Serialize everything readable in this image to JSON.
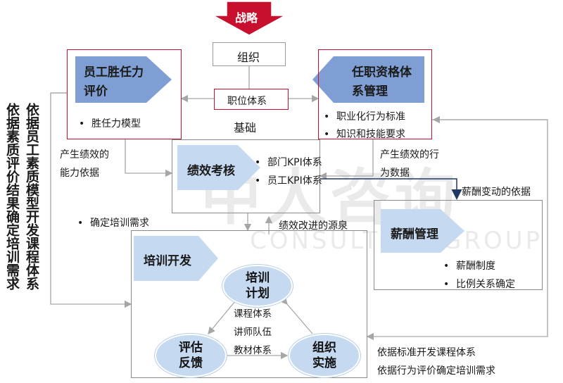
{
  "strategy": {
    "label": "战略",
    "color": "#c8102e"
  },
  "organization": {
    "label": "组织"
  },
  "position_system": {
    "label": "职位体系"
  },
  "foundation": {
    "label": "基础"
  },
  "competency": {
    "title_line1": "员工胜任力",
    "title_line2": "评价",
    "items": [
      "胜任力模型"
    ]
  },
  "qualification": {
    "title_line1": "任职资格体",
    "title_line2": "系管理",
    "items": [
      "职业化行为标准",
      "知识和技能要求"
    ]
  },
  "performance": {
    "title": "绩效考核",
    "items": [
      "部门KPI体系",
      "员工KPI体系"
    ]
  },
  "compensation": {
    "title": "薪酬管理",
    "items": [
      "薪酬制度",
      "比例关系确定"
    ]
  },
  "training": {
    "title": "培训开发",
    "plan_line1": "培训",
    "plan_line2": "计划",
    "evaluate_line1": "评估",
    "evaluate_line2": "反馈",
    "implement_line1": "组织",
    "implement_line2": "实施",
    "center_items": [
      "课程体系",
      "讲师队伍",
      "教材体系"
    ]
  },
  "annotations": {
    "ability_basis_line1": "产生绩效的",
    "ability_basis_line2": "能力依据",
    "behavior_data_line1": "产生绩效的行",
    "behavior_data_line2": "为数据",
    "salary_change": "薪酬变动的依据",
    "confirm_training": "确定培训需求",
    "improvement_source": "绩效改进的源泉",
    "standard_course": "依据标准开发课程体系",
    "behavior_eval": "依据行为评价确定培训需求"
  },
  "vertical_texts": {
    "left_outer": "依据素质评价结果确定培训需求",
    "left_inner": "依据员工素质模型开发课程体系"
  },
  "watermark": {
    "line1": "中人咨询",
    "line2": "CONSULTING GROUP"
  },
  "colors": {
    "accent_red": "#c8102e",
    "pentagon_blue": "#7f9fd4",
    "light_blue": "#c5d9f1",
    "connector_gray": "#a6a6a6",
    "arrow_navy": "#1f3864"
  }
}
